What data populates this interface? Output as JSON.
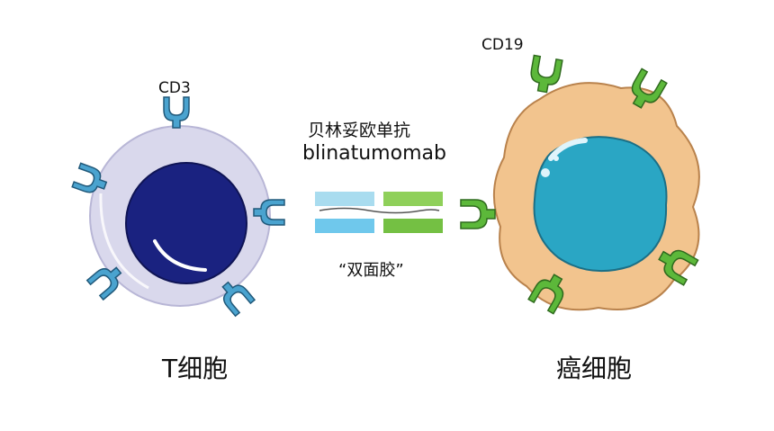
{
  "labels": {
    "cd3": "CD3",
    "cd19": "CD19",
    "drug_name_cn": "贝林妥欧单抗",
    "drug_name_en": "blinatumomab",
    "bispecific": "“双面胶”",
    "t_cell": "T细胞",
    "cancer_cell": "癌细胞"
  },
  "colors": {
    "t_cell_membrane": "#d9d8ec",
    "t_cell_nucleus": "#1a2280",
    "cd3_receptor": "#4aa3cf",
    "cancer_cytoplasm": "#f2c48e",
    "cancer_nucleus": "#2aa6c4",
    "cd19_receptor": "#5cb83a",
    "antibody_blue": "#6fc8ec",
    "antibody_green": "#74c043"
  },
  "icons": {
    "cd3_receptor": "y-shaped-receptor-blue",
    "cd19_receptor": "y-shaped-receptor-green"
  }
}
